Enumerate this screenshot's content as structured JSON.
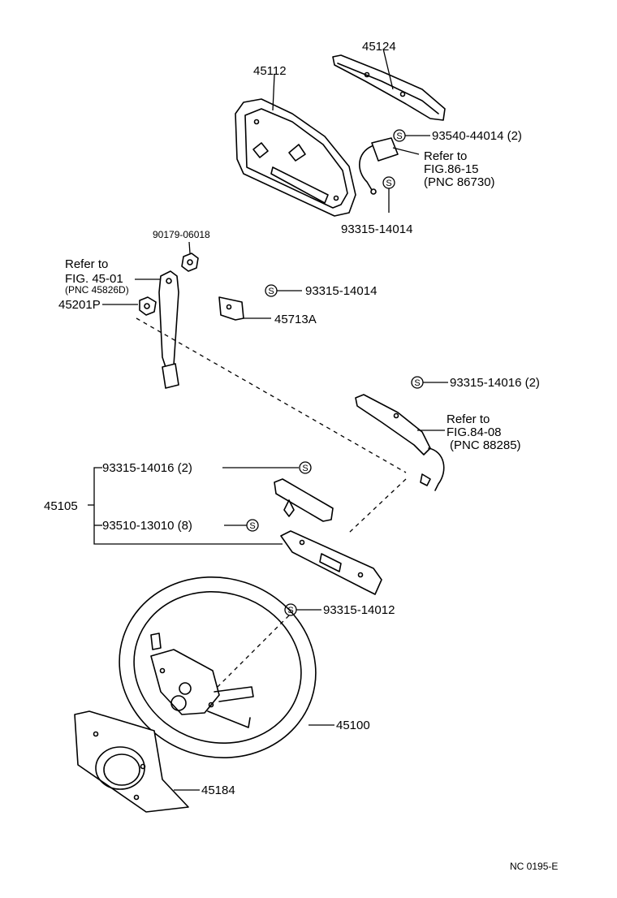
{
  "labels": {
    "p45124": "45124",
    "p45112": "45112",
    "p93540": "93540-44014 (2)",
    "ref1_a": "Refer to",
    "ref1_b": "FIG.86-15",
    "ref1_c": "(PNC 86730)",
    "p93315_14014_a": "93315-14014",
    "p90179": "90179-06018",
    "ref2_a": "Refer to",
    "ref2_b": "FIG. 45-01",
    "ref2_c": "(PNC 45826D)",
    "p45201P": "45201P",
    "p93315_14014_b": "93315-14014",
    "p45713A": "45713A",
    "p93315_14016_a": "93315-14016 (2)",
    "ref3_a": "Refer to",
    "ref3_b": "FIG.84-08",
    "ref3_c": "(PNC 88285)",
    "p45105": "45105",
    "p93315_14016_b": "93315-14016 (2)",
    "p93510": "93510-13010 (8)",
    "p93315_14012": "93315-14012",
    "p45100": "45100",
    "p45184": "45184",
    "code": "NC 0195-E"
  },
  "symbol_letter": "S"
}
